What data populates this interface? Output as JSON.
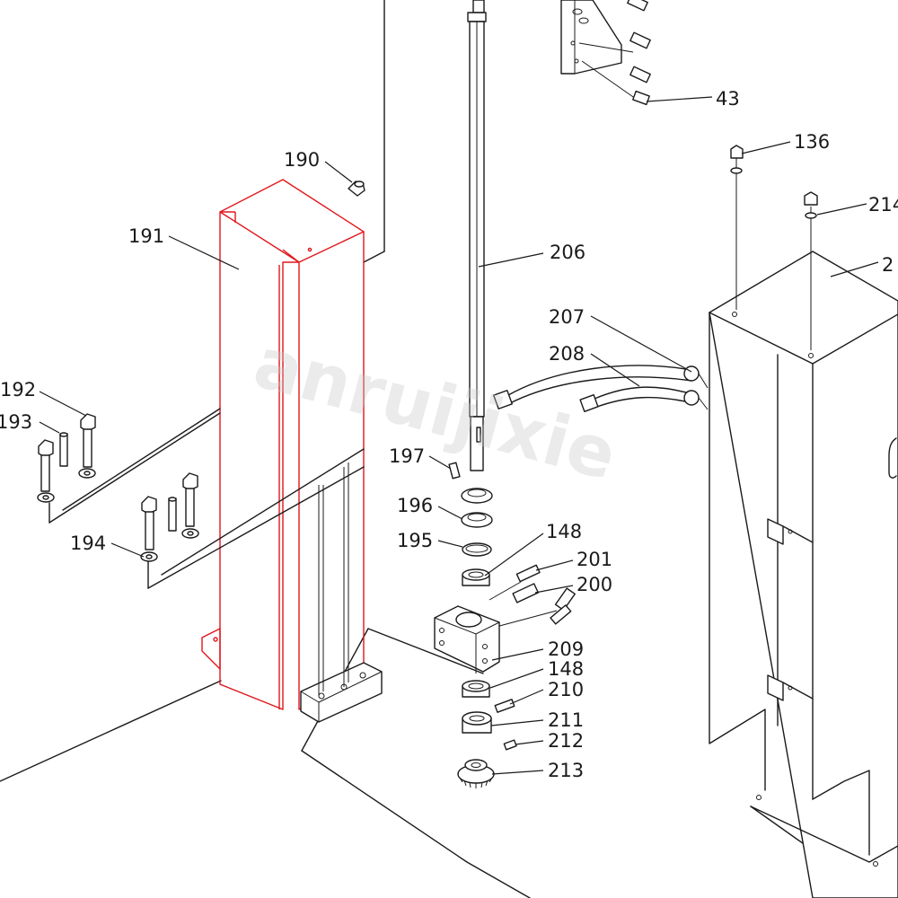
{
  "callouts": {
    "c43": "43",
    "c136": "136",
    "c214": "214",
    "c2": "2",
    "c190": "190",
    "c191": "191",
    "c206": "206",
    "c207": "207",
    "c208": "208",
    "c192": "192",
    "c193": "193",
    "c194": "194",
    "c197": "197",
    "c196": "196",
    "c195": "195",
    "c148a": "148",
    "c201": "201",
    "c200": "200",
    "c209": "209",
    "c148b": "148",
    "c210": "210",
    "c211": "211",
    "c212": "212",
    "c213": "213"
  },
  "watermark": "anruijixie",
  "colors": {
    "line": "#1a1a1a",
    "highlight": "#e0161b",
    "watermark": "#c8c8c8"
  }
}
